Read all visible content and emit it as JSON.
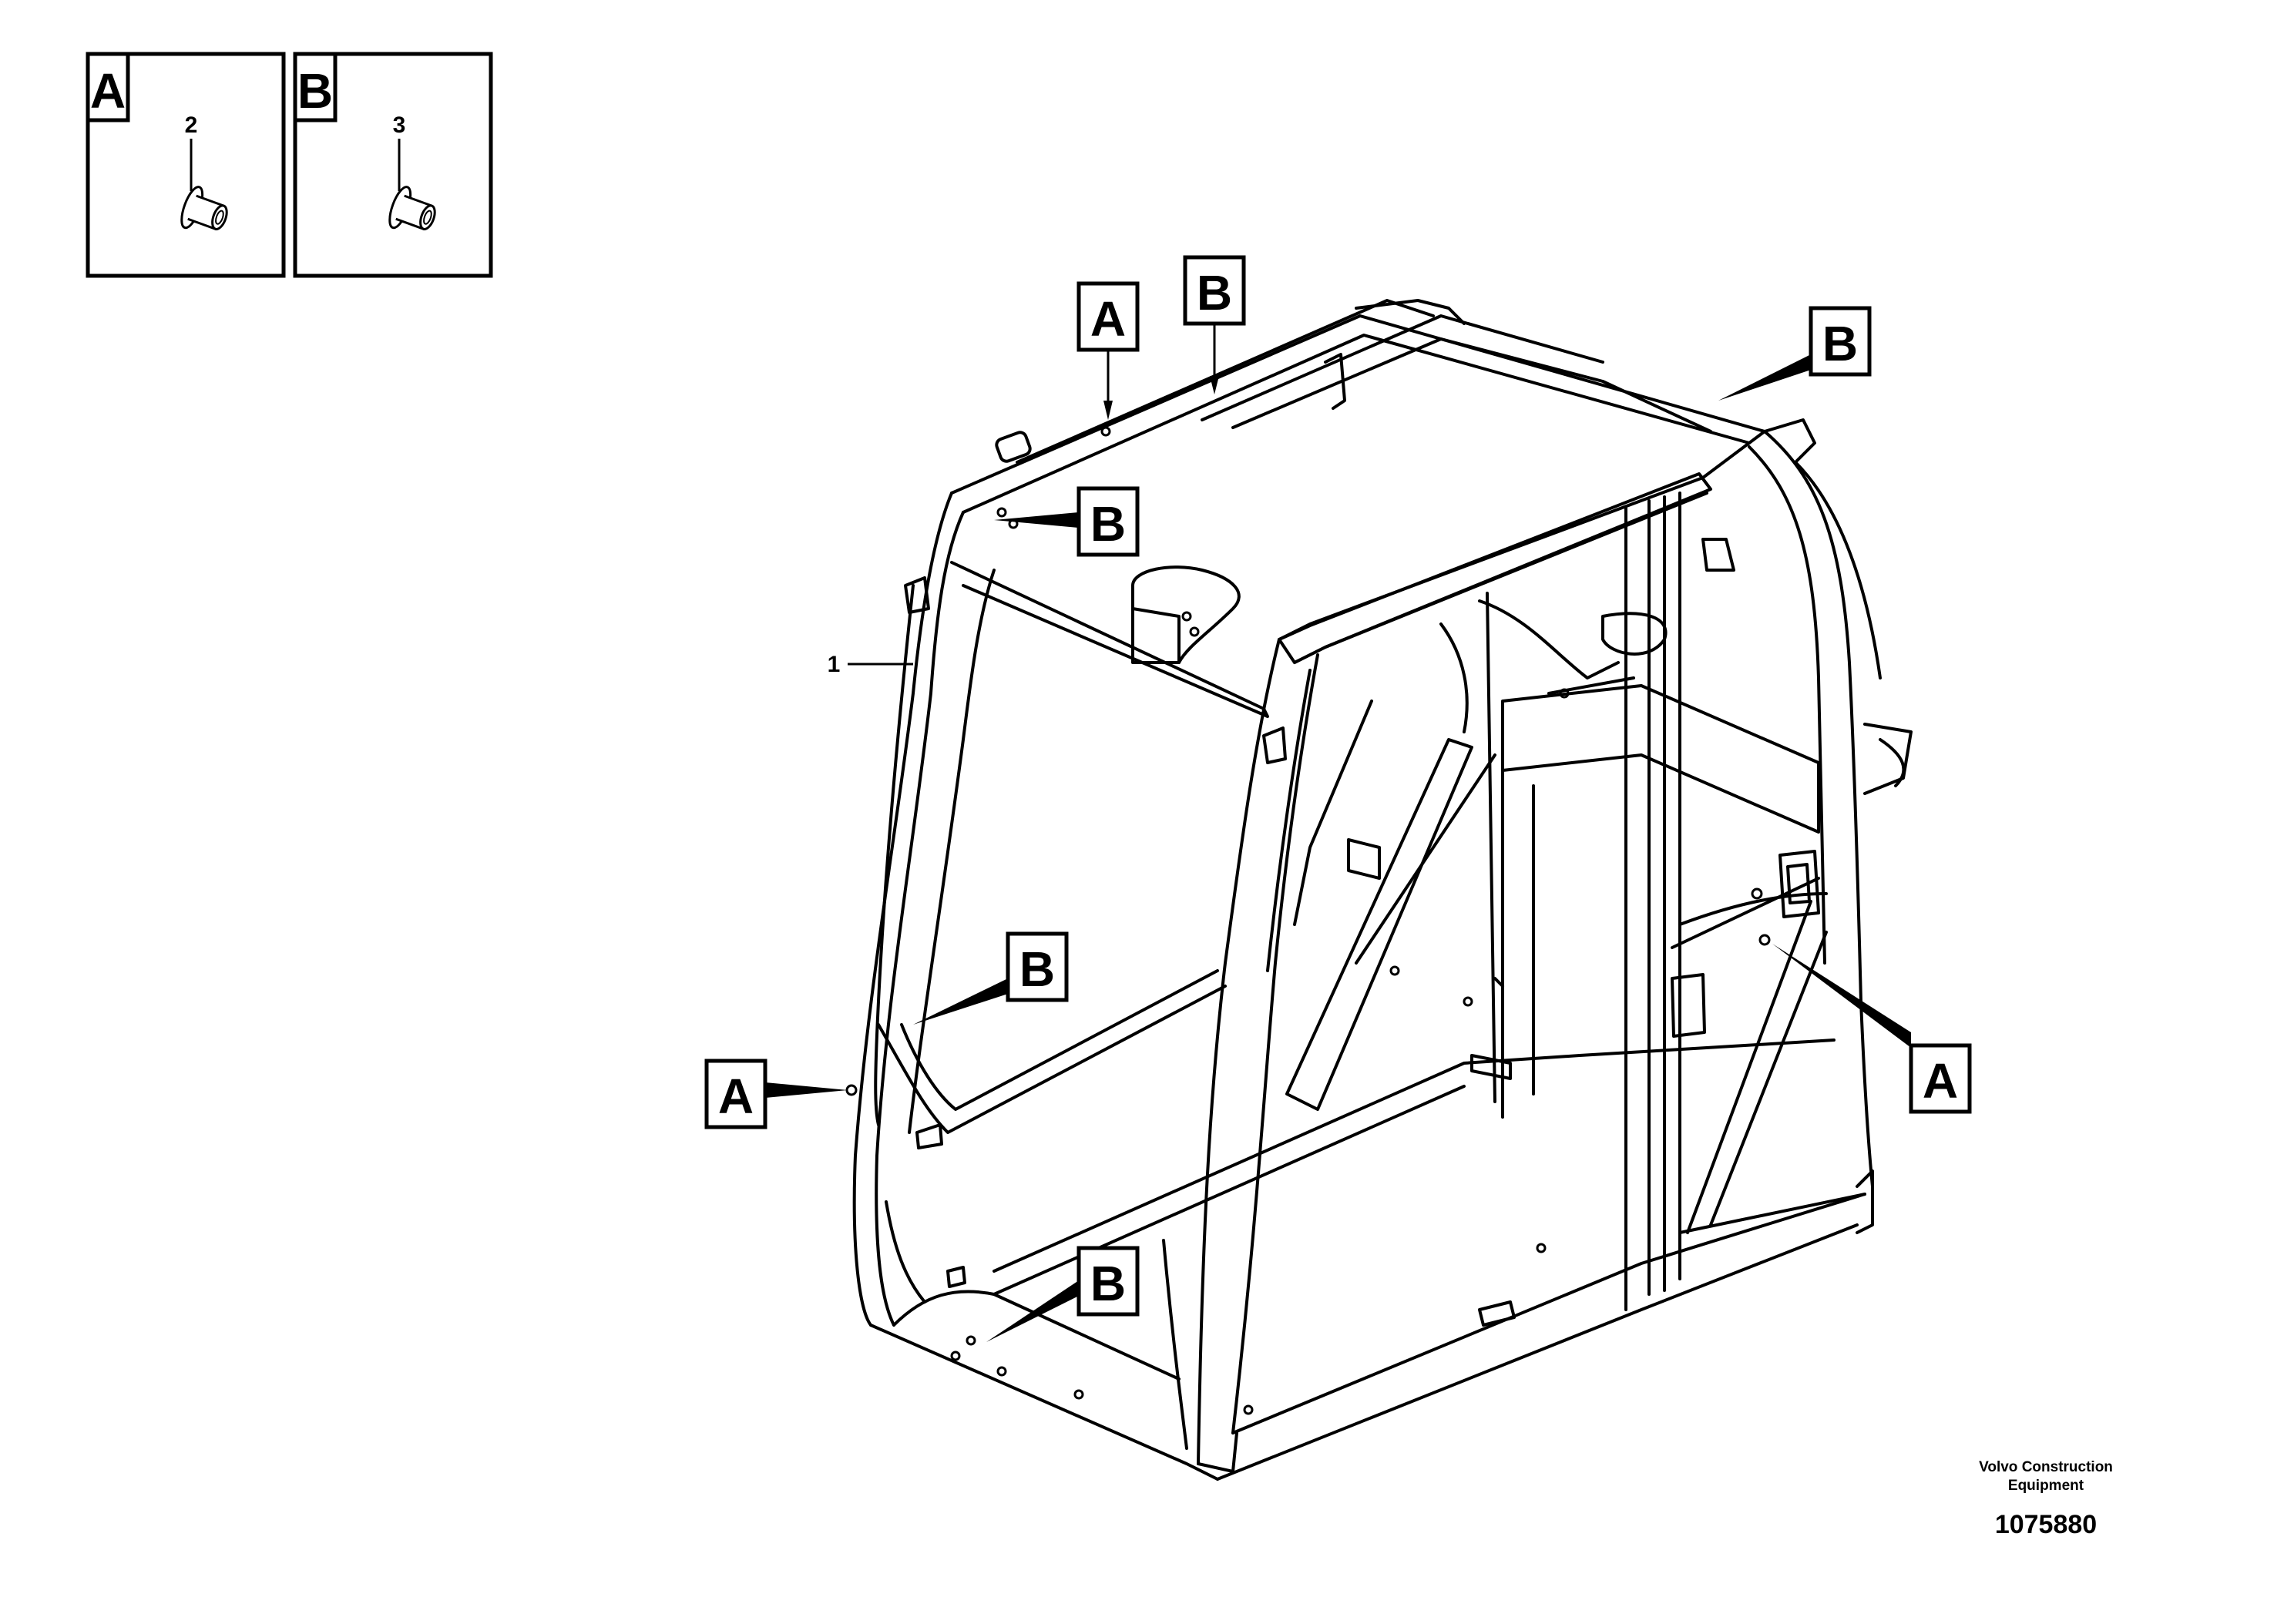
{
  "legend": [
    {
      "letter": "A",
      "part_number": "2"
    },
    {
      "letter": "B",
      "part_number": "3"
    }
  ],
  "callouts": [
    "A",
    "B",
    "B",
    "B",
    "B",
    "A",
    "A",
    "B"
  ],
  "item_label": "1",
  "footer": {
    "company_line1": "Volvo Construction",
    "company_line2": "Equipment",
    "drawing_number": "1075880"
  },
  "colors": {
    "line": "#000000",
    "background": "#ffffff"
  }
}
